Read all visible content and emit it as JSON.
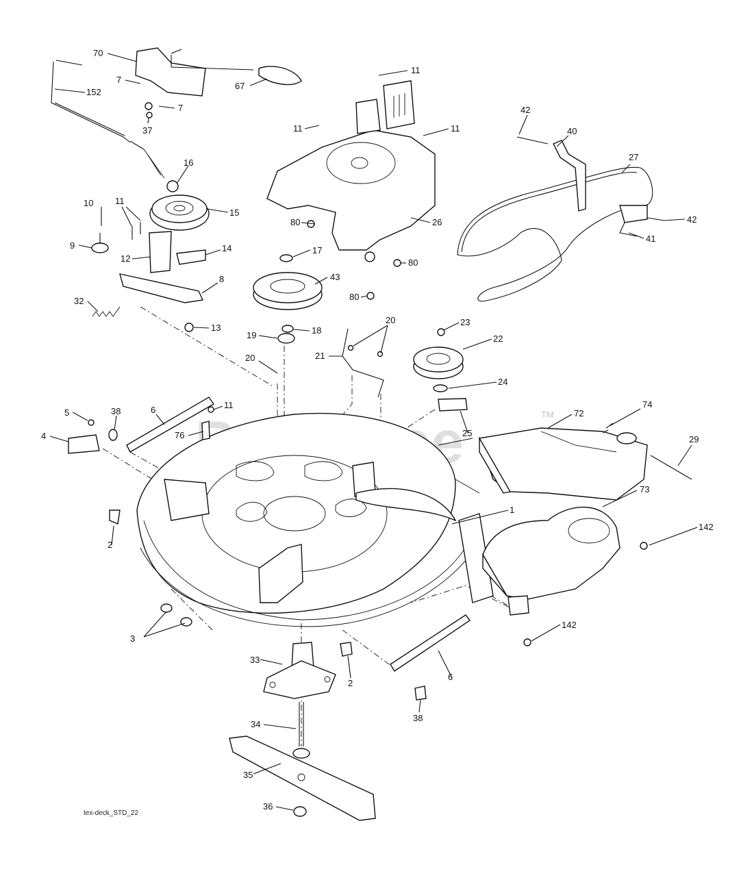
{
  "watermark": {
    "text": "PartsTree",
    "tm": "TM"
  },
  "drawing_code": "tex-deck_STD_22",
  "callouts": [
    {
      "id": "c70",
      "label": "70"
    },
    {
      "id": "c7a",
      "label": "7"
    },
    {
      "id": "c7b",
      "label": "7"
    },
    {
      "id": "c67",
      "label": "67"
    },
    {
      "id": "c152",
      "label": "152"
    },
    {
      "id": "c37",
      "label": "37"
    },
    {
      "id": "c11a",
      "label": "11"
    },
    {
      "id": "c11b",
      "label": "11"
    },
    {
      "id": "c11c",
      "label": "11"
    },
    {
      "id": "c42a",
      "label": "42"
    },
    {
      "id": "c40",
      "label": "40"
    },
    {
      "id": "c27",
      "label": "27"
    },
    {
      "id": "c16",
      "label": "16"
    },
    {
      "id": "c10",
      "label": "10"
    },
    {
      "id": "c11d",
      "label": "11"
    },
    {
      "id": "c15",
      "label": "15"
    },
    {
      "id": "c80a",
      "label": "80"
    },
    {
      "id": "c26",
      "label": "26"
    },
    {
      "id": "c42b",
      "label": "42"
    },
    {
      "id": "c41",
      "label": "41"
    },
    {
      "id": "c9",
      "label": "9"
    },
    {
      "id": "c12",
      "label": "12"
    },
    {
      "id": "c14",
      "label": "14"
    },
    {
      "id": "c17",
      "label": "17"
    },
    {
      "id": "c80b",
      "label": "80"
    },
    {
      "id": "c8",
      "label": "8"
    },
    {
      "id": "c43",
      "label": "43"
    },
    {
      "id": "c80c",
      "label": "80"
    },
    {
      "id": "c32",
      "label": "32"
    },
    {
      "id": "c13",
      "label": "13"
    },
    {
      "id": "c19",
      "label": "19"
    },
    {
      "id": "c18",
      "label": "18"
    },
    {
      "id": "c20a",
      "label": "20"
    },
    {
      "id": "c23",
      "label": "23"
    },
    {
      "id": "c21",
      "label": "21"
    },
    {
      "id": "c22",
      "label": "22"
    },
    {
      "id": "c20b",
      "label": "20"
    },
    {
      "id": "c24",
      "label": "24"
    },
    {
      "id": "c11e",
      "label": "11"
    },
    {
      "id": "c5",
      "label": "5"
    },
    {
      "id": "c38a",
      "label": "38"
    },
    {
      "id": "c6a",
      "label": "6"
    },
    {
      "id": "c72",
      "label": "72"
    },
    {
      "id": "c74",
      "label": "74"
    },
    {
      "id": "c4",
      "label": "4"
    },
    {
      "id": "c76",
      "label": "76"
    },
    {
      "id": "c25",
      "label": "25"
    },
    {
      "id": "c29",
      "label": "29"
    },
    {
      "id": "c73",
      "label": "73"
    },
    {
      "id": "c1",
      "label": "1"
    },
    {
      "id": "c2a",
      "label": "2"
    },
    {
      "id": "c142a",
      "label": "142"
    },
    {
      "id": "c142b",
      "label": "142"
    },
    {
      "id": "c3",
      "label": "3"
    },
    {
      "id": "c33",
      "label": "33"
    },
    {
      "id": "c2b",
      "label": "2"
    },
    {
      "id": "c6b",
      "label": "6"
    },
    {
      "id": "c38b",
      "label": "38"
    },
    {
      "id": "c34",
      "label": "34"
    },
    {
      "id": "c35",
      "label": "35"
    },
    {
      "id": "c36",
      "label": "36"
    }
  ]
}
